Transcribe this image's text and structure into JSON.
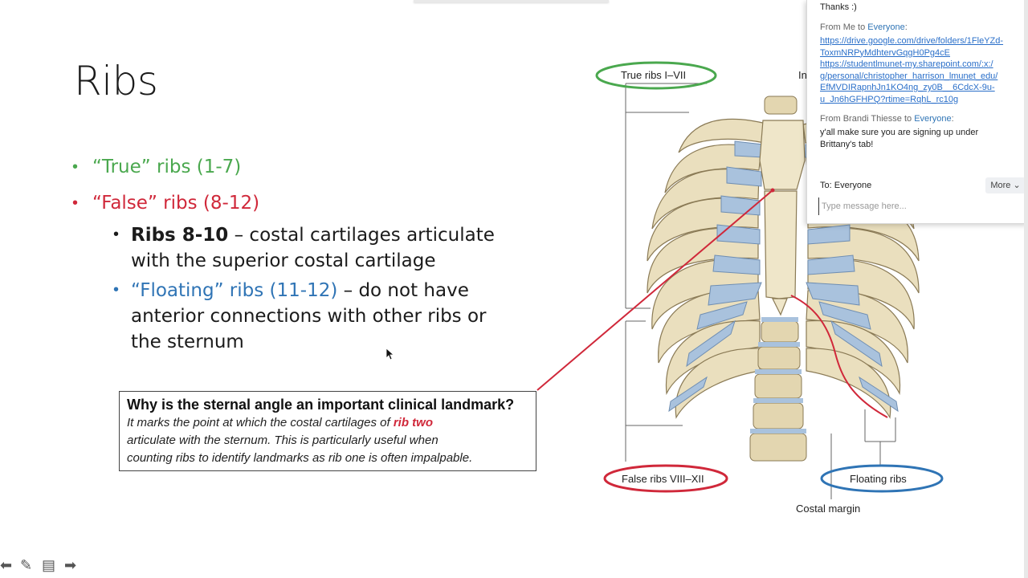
{
  "slide": {
    "title": "Ribs",
    "bullets": {
      "true_ribs": "“True” ribs (1-7)",
      "false_ribs": "“False” ribs (8-12)",
      "ribs_8_10_bold": "Ribs 8-10",
      "ribs_8_10_text_line1": " – costal cartilages articulate",
      "ribs_8_10_text_line2": "with the superior costal cartilage",
      "floating_bold": "“Floating” ribs (11-12)",
      "floating_text_line1": " – do not have",
      "floating_text_line2": "anterior connections with other ribs or",
      "floating_text_line3": "the sternum"
    },
    "callout": {
      "question": "Why is the sternal angle an important clinical landmark?",
      "answer_part1": "It marks the point at which the costal cartilages of ",
      "answer_highlight": "rib two",
      "answer_line2": "articulate with the sternum. This is particularly useful when",
      "answer_line3": "counting ribs to identify landmarks as rib one is often impalpable."
    },
    "diagram_labels": {
      "true_ribs": "True ribs I–VII",
      "false_ribs": "False ribs VIII–XII",
      "floating_ribs": "Floating ribs",
      "costal_margin": "Costal margin",
      "partial_label": "In"
    },
    "colors": {
      "green": "#4aa84e",
      "red": "#d0283a",
      "blue": "#2f74b5"
    }
  },
  "chat": {
    "messages": [
      {
        "text": "Thanks :)"
      },
      {
        "from_prefix": "From Me to ",
        "to": "Everyone",
        "suffix": ":",
        "links": [
          "https://drive.google.com/drive/folders/1FleYZd-ToxmNRPyMdhtervGqgH0Pg4cE",
          "https://studentlmunet-my.sharepoint.com/:x:/g/personal/christopher_harrison_lmunet_edu/EfMVDIRapnhJn1KO4ng_zy0B__6CdcX-9u-u_Jn6hGFHPQ?rtime=RqhL_rc10g"
        ]
      },
      {
        "from_prefix": "From Brandi Thiesse to ",
        "to": "Everyone",
        "suffix": ":",
        "text": "y'all make sure you are signing up under Brittany's tab!"
      }
    ],
    "link1_line1": "https://drive.google.com/drive/folders/1FleYZd-",
    "link1_line2": "ToxmNRPyMdhtervGqgH0Pg4cE",
    "link2_line1": "https://studentlmunet-my.sharepoint.com/:x:/",
    "link2_line2": "g/personal/christopher_harrison_lmunet_edu/",
    "link2_line3": "EfMVDIRapnhJn1KO4ng_zy0B__6CdcX-9u-",
    "link2_line4": "u_Jn6hGFHPQ?rtime=RqhL_rc10g",
    "brandi_line1": "y'all make sure you are signing up under",
    "brandi_line2": "Brittany's tab!",
    "to_label": "To:",
    "to_value": "Everyone",
    "more_button": "More",
    "input_placeholder": "Type message here..."
  },
  "nav_icons": [
    "arrow-left-icon",
    "pen-icon",
    "slides-icon",
    "arrow-right-icon"
  ]
}
